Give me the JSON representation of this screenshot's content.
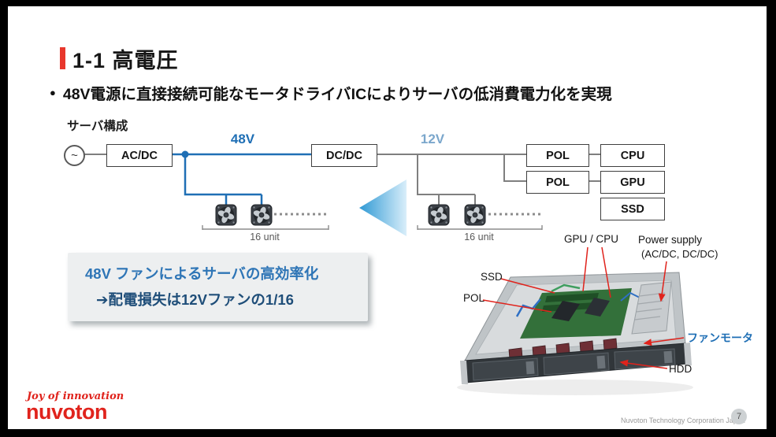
{
  "slide": {
    "title": "1-1 高電圧",
    "bullet": {
      "marker": "●",
      "text": "48V電源に直接接続可能なモータドライバICによりサーバの低消費電力化を実現"
    },
    "diagram": {
      "label": "サーバ構成",
      "source_symbol": "~",
      "label_48v": "48V",
      "label_12v": "12V",
      "box_acdc": "AC/DC",
      "box_dcdc": "DC/DC",
      "box_pol_top": "POL",
      "box_pol_bottom": "POL",
      "box_cpu": "CPU",
      "box_gpu": "GPU",
      "box_ssd": "SSD",
      "unit_left": "16 unit",
      "unit_right": "16 unit"
    },
    "callout": {
      "line1": "48V ファンによるサーバの高効率化",
      "line2": "➔配電損失は12Vファンの1/16"
    },
    "server": {
      "label_gpu_cpu": "GPU / CPU",
      "label_power_supply": "Power supply",
      "label_power_supply_sub": "(AC/DC, DC/DC)",
      "label_ssd": "SSD",
      "label_pol": "POL",
      "label_fan_motor": "ファンモータ",
      "label_hdd": "HDD"
    },
    "footer": {
      "tagline": "Joy of innovation",
      "logo": "nuvoton",
      "company": "Nuvoton Technology Corporation Japan",
      "page": "7"
    },
    "colors": {
      "accent_red": "#e0231c",
      "blue_48v": "#1f6fb5",
      "blue_12v": "#7ba7cc",
      "callout_text": "#2e75b6"
    }
  }
}
